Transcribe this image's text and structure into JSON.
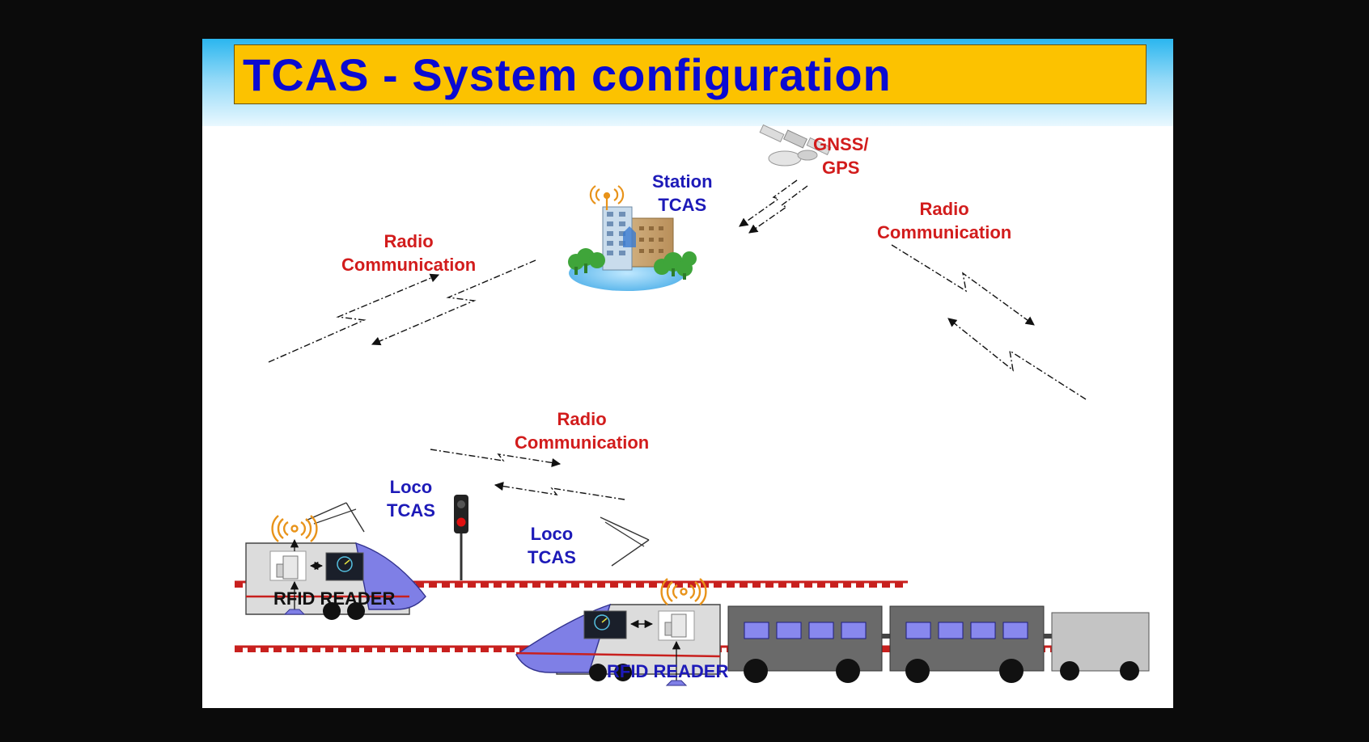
{
  "slide": {
    "title": "TCAS - System configuration"
  },
  "labels": {
    "gnss_line1": "GNSS/",
    "gnss_line2": "GPS",
    "station_line1": "Station",
    "station_line2": "TCAS",
    "radio_left_line1": "Radio",
    "radio_left_line2": "Communication",
    "radio_right_line1": "Radio",
    "radio_right_line2": "Communication",
    "radio_mid_line1": "Radio",
    "radio_mid_line2": "Communication",
    "loco1_line1": "Loco",
    "loco1_line2": "TCAS",
    "loco2_line1": "Loco",
    "loco2_line2": "TCAS",
    "rfid1": "RFID READER",
    "rfid2": "RFID READER"
  },
  "colors": {
    "title_bg": "#fcc200",
    "title_text": "#0a0ad2",
    "radio_label": "#d21c1c",
    "tcas_label": "#1d1ab8",
    "track": "#c8201e",
    "coach": "#6a6a6a",
    "coach_window": "#8888ee",
    "loco_body": "#d9d9d9",
    "loco_nose": "#7f7fe6",
    "antenna": "#e8931a"
  },
  "icons": [
    "satellite-icon",
    "station-building-icon",
    "antenna-icon",
    "signal-light-icon",
    "computer-unit-icon",
    "display-screen-icon",
    "rfid-tag-icon"
  ]
}
